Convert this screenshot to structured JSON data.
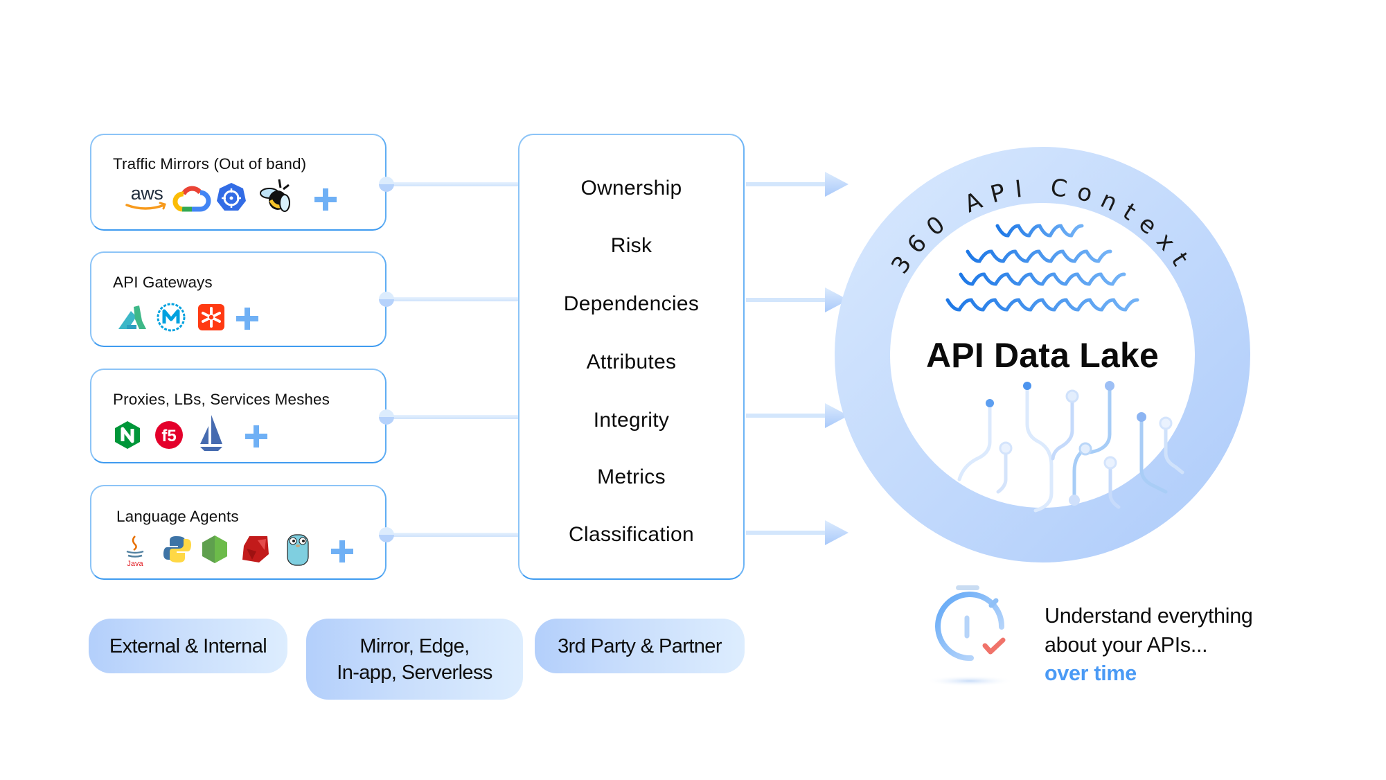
{
  "sources": [
    {
      "title": "Traffic Mirrors (Out of band)",
      "icons": [
        "aws-logo-icon",
        "google-cloud-logo-icon",
        "kubernetes-logo-icon",
        "bee-logo-icon",
        "plus-icon"
      ]
    },
    {
      "title": "API Gateways",
      "icons": [
        "kong-logo-icon",
        "mulesoft-logo-icon",
        "apigee-red-logo-icon",
        "plus-icon"
      ]
    },
    {
      "title": "Proxies, LBs, Services Meshes",
      "icons": [
        "nginx-logo-icon",
        "f5-logo-icon",
        "istio-logo-icon",
        "plus-icon"
      ]
    },
    {
      "title": "Language Agents",
      "icons": [
        "java-logo-icon",
        "python-logo-icon",
        "nodejs-logo-icon",
        "ruby-logo-icon",
        "go-gopher-logo-icon",
        "plus-icon"
      ],
      "java_caption": "Java"
    }
  ],
  "attributes": [
    "Ownership",
    "Risk",
    "Dependencies",
    "Attributes",
    "Integrity",
    "Metrics",
    "Classification"
  ],
  "pills": [
    {
      "label": "External & Internal"
    },
    {
      "label_line1": "Mirror, Edge,",
      "label_line2": "In-app, Serverless"
    },
    {
      "label": "3rd Party & Partner"
    }
  ],
  "data_lake": {
    "ring_text": "360 API Context",
    "title": "API Data Lake"
  },
  "footer": {
    "line1": "Understand everything",
    "line2": "about your APIs...",
    "accent": "over time"
  },
  "colors": {
    "box_border": "#8cc4f7",
    "accent_blue": "#4a9af5",
    "ring_light": "#d4e6fd",
    "ring_dark": "#b3cffa",
    "wave_blue": "#2f86ec",
    "check_red": "#f0736a"
  }
}
